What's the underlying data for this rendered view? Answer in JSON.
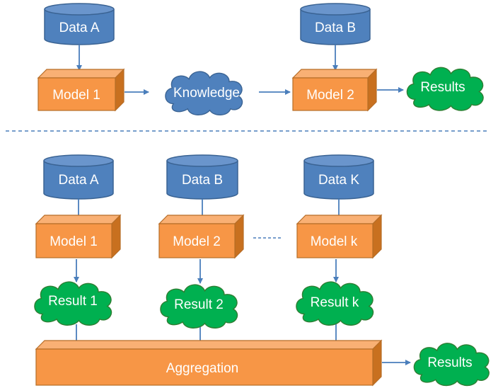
{
  "top": {
    "data_a": "Data A",
    "data_b": "Data B",
    "model_1": "Model 1",
    "model_2": "Model 2",
    "knowledge": "Knowledge",
    "results": "Results"
  },
  "bottom": {
    "data_a": "Data A",
    "data_b": "Data B",
    "data_k": "Data K",
    "model_1": "Model 1",
    "model_2": "Model 2",
    "model_k": "Model k",
    "result_1": "Result 1",
    "result_2": "Result 2",
    "result_k": "Result k",
    "aggregation": "Aggregation",
    "results": "Results"
  },
  "colors": {
    "data_blue": "#4f81bd",
    "model_orange": "#f79646",
    "cloud_green": "#00b050",
    "arrow": "#4a7ebb"
  }
}
